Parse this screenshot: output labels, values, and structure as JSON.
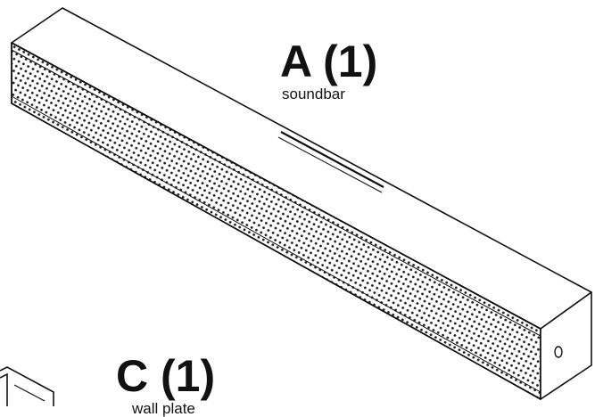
{
  "parts": [
    {
      "letter_label": "A (1)",
      "name": "soundbar"
    },
    {
      "letter_label": "C (1)",
      "name": "wall plate"
    }
  ],
  "colors": {
    "line": "#111111",
    "background": "#ffffff"
  }
}
